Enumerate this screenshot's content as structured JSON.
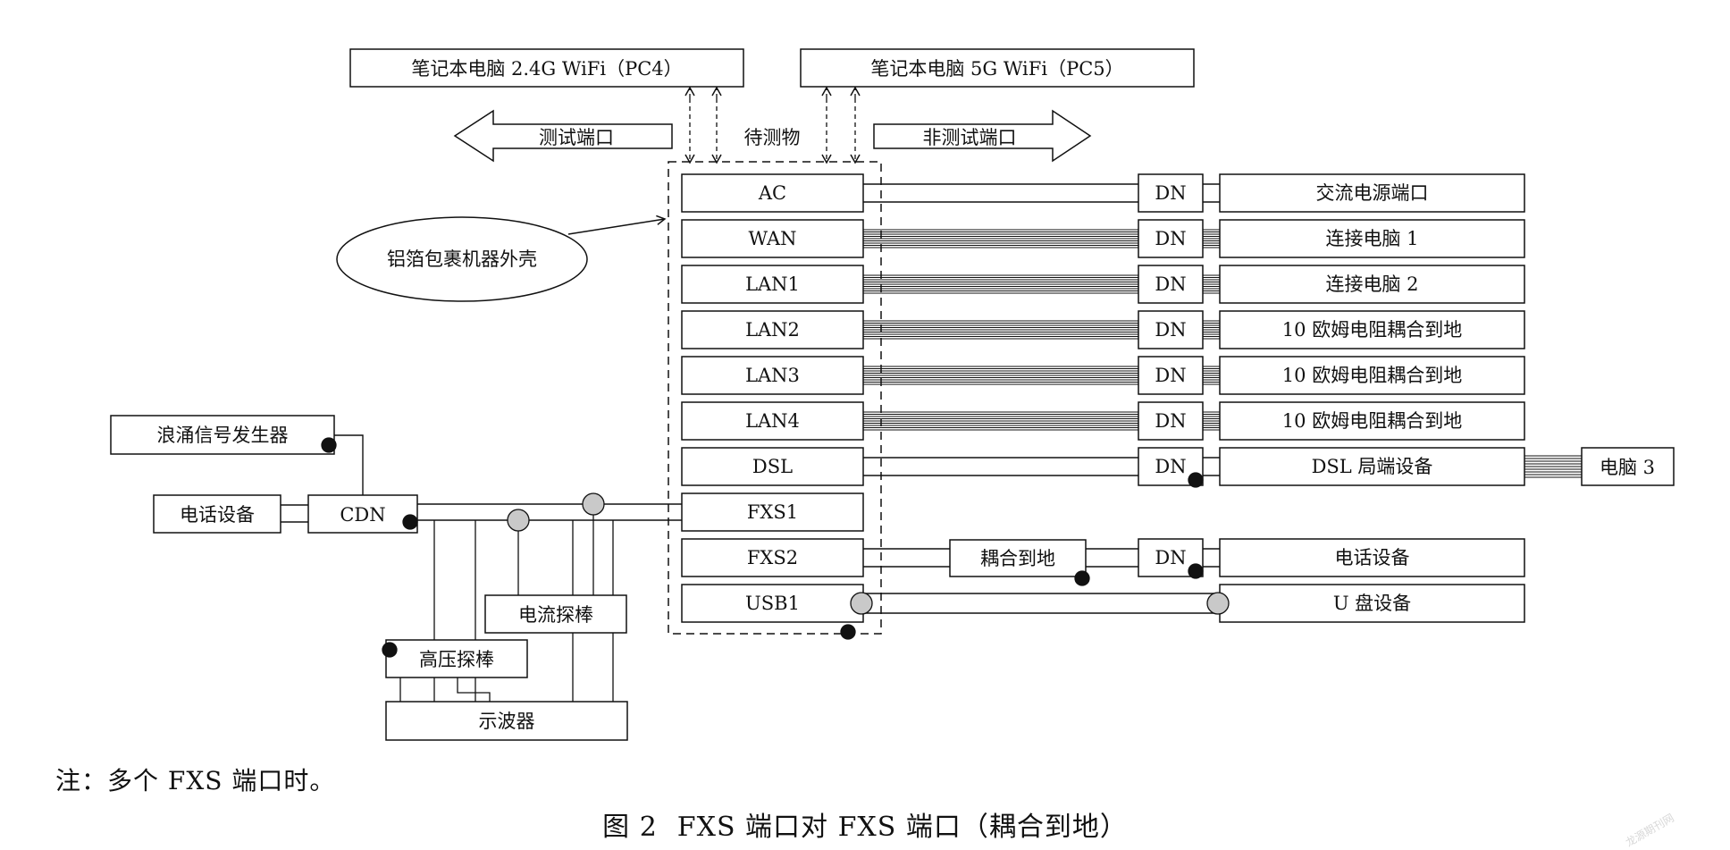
{
  "top_boxes": {
    "pc4": "笔记本电脑 2.4G WiFi（PC4）",
    "pc5": "笔记本电脑 5G WiFi（PC5）"
  },
  "arrows": {
    "test_port": "测试端口",
    "non_test_port": "非测试端口",
    "dut": "待测物"
  },
  "ellipse_label": "铝箔包裹机器外壳",
  "ports": [
    "AC",
    "WAN",
    "LAN1",
    "LAN2",
    "LAN3",
    "LAN4",
    "DSL",
    "FXS1",
    "FXS2",
    "USB1"
  ],
  "dn_label": "DN",
  "right_devices": [
    "交流电源端口",
    "连接电脑 1",
    "连接电脑 2",
    "10 欧姆电阻耦合到地",
    "10 欧姆电阻耦合到地",
    "10 欧姆电阻耦合到地",
    "DSL 局端设备",
    "",
    "电话设备",
    "U 盘设备"
  ],
  "pc3": "电脑 3",
  "fxs2_coupling": "耦合到地",
  "left_devices": {
    "surge_generator": "浪涌信号发生器",
    "phone": "电话设备",
    "cdn": "CDN",
    "current_probe": "电流探棒",
    "hv_probe": "高压探棒",
    "oscilloscope": "示波器"
  },
  "note": "注：多个 FXS 端口时。",
  "caption": {
    "number": "图 2",
    "title": "FXS 端口对 FXS 端口（耦合到地）"
  },
  "watermark": "龙源期刊网"
}
